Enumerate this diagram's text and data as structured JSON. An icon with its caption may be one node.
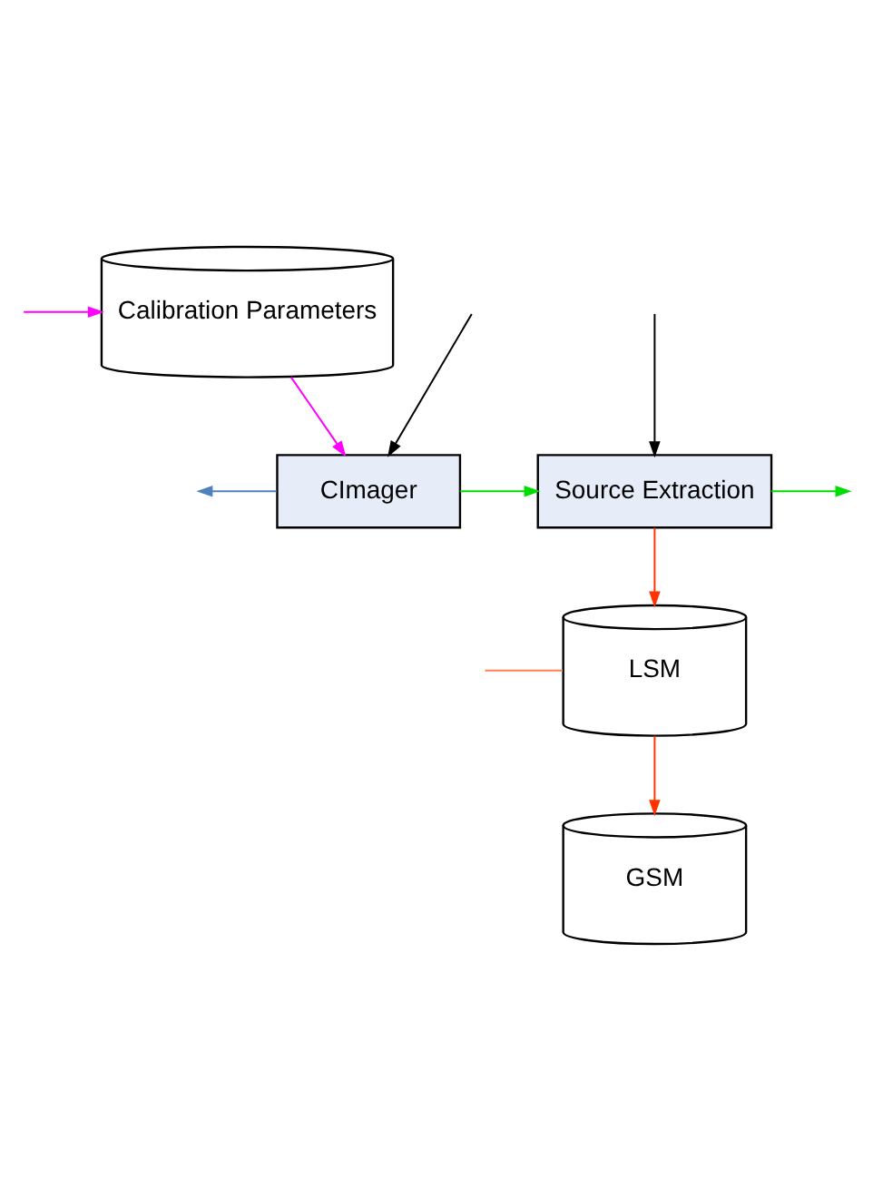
{
  "diagram": {
    "nodes": [
      {
        "text": [
          "CImager"
        ]
      },
      {
        "text": [
          "Source Extraction"
        ]
      },
      {
        "text": [
          "Calibration Parameters"
        ]
      },
      {
        "text": [
          "LSM"
        ]
      },
      {
        "text": [
          "GSM"
        ]
      }
    ],
    "edges": [
      {
        "from": null,
        "to": 0,
        "arrow": "to"
      },
      {
        "from": null,
        "to": 1,
        "arrow": "to"
      },
      {
        "from": 0,
        "to": null,
        "arrow": "to",
        "color": "#4f81bd"
      },
      {
        "from": 0,
        "to": 1,
        "arrow": "to",
        "color": "#00dd00"
      },
      {
        "from": 1,
        "to": null,
        "arrow": "to",
        "color": "#00dd00"
      },
      {
        "from": 1,
        "to": 3,
        "arrow": "to",
        "color": "#ff3300"
      },
      {
        "from": 3,
        "to": 4,
        "arrow": "to",
        "color": "#ff3300"
      },
      {
        "from": 3,
        "to": null,
        "arrow": "none",
        "color": "#ff7f50"
      },
      {
        "from": null,
        "to": 2,
        "arrow": "to",
        "color": "#ff00ff"
      },
      {
        "from": 2,
        "to": 0,
        "arrow": "to",
        "color": "#ff00ff"
      }
    ]
  }
}
